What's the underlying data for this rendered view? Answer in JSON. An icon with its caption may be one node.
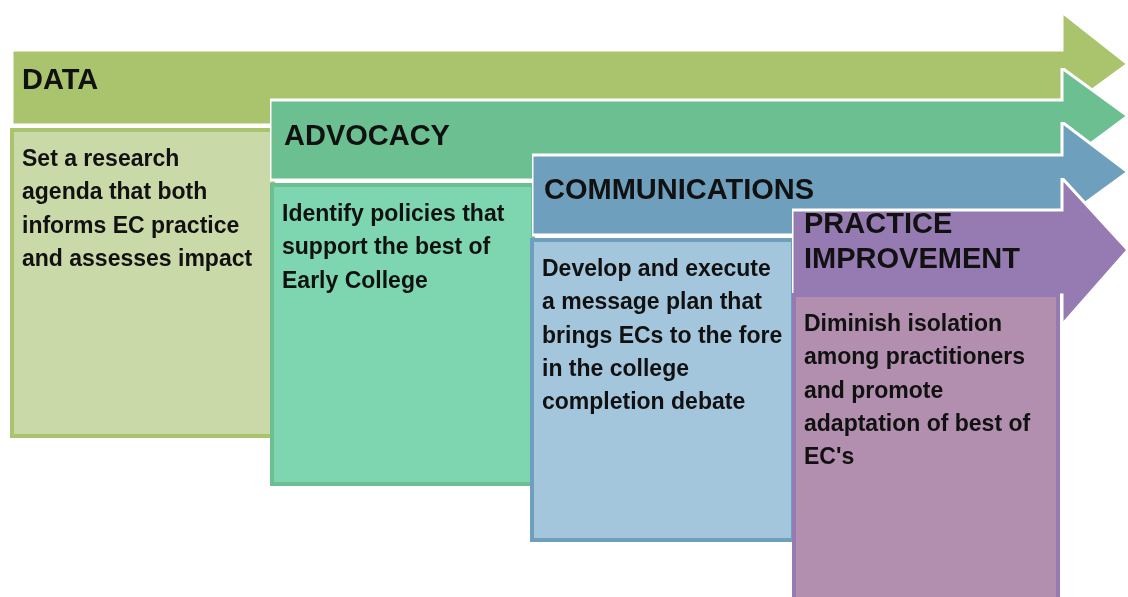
{
  "diagram": {
    "nodes": [
      {
        "text": [
          "DATA"
        ]
      },
      {
        "text": [
          "Set a research agenda that both informs EC practice and assesses impact"
        ]
      },
      {
        "text": [
          "ADVOCACY"
        ]
      },
      {
        "text": [
          "Identify policies that support the best of Early College"
        ]
      },
      {
        "text": [
          "COMMUNICATIONS"
        ]
      },
      {
        "text": [
          "Develop  and execute a message plan that brings ECs to the fore in the college completion debate"
        ]
      },
      {
        "text": [
          "PRACTICE IMPROVEMENT"
        ]
      },
      {
        "text": [
          "Diminish isolation among practitioners and promote adaptation of best of EC's"
        ]
      }
    ]
  }
}
